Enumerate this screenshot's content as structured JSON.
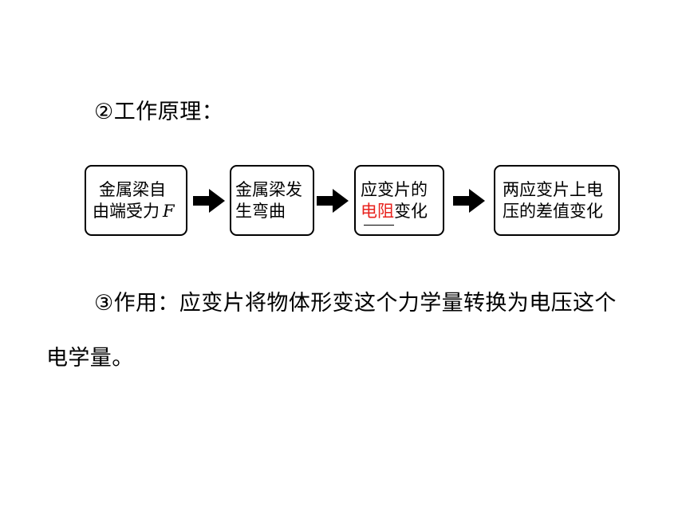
{
  "heading": "②工作原理：",
  "flow": {
    "box1": {
      "line1": "金属梁自",
      "line2": "由端受力",
      "var": "F"
    },
    "box2": {
      "line1": "金属梁发",
      "line2": "生弯曲"
    },
    "box3": {
      "line1": "应变片的",
      "red": "电阻",
      "rest": "变化"
    },
    "box4": {
      "line1": "两应变片上电",
      "line2": "压的差值变化"
    }
  },
  "paragraph": {
    "line1": "③作用：应变片将物体形变这个力学量转换为电压这个",
    "line2": "电学量。"
  },
  "colors": {
    "highlight": "#e8221d",
    "text": "#000000",
    "background": "#ffffff"
  },
  "icons": [
    "right-arrow-icon",
    "right-arrow-icon",
    "right-arrow-icon"
  ]
}
